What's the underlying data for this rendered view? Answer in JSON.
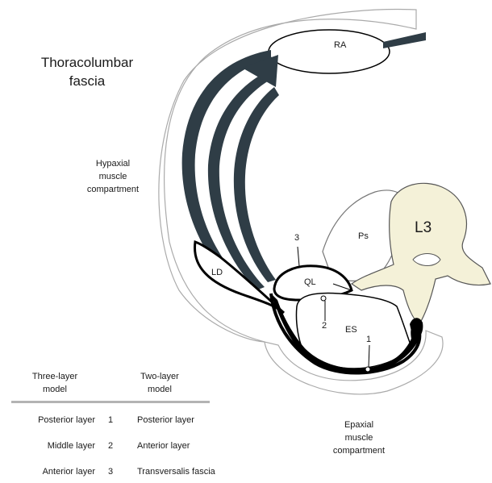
{
  "title": {
    "line1": "Thoracolumbar",
    "line2": "fascia"
  },
  "compartments": {
    "hypaxial": {
      "line1": "Hypaxial",
      "line2": "muscle",
      "line3": "compartment"
    },
    "epaxial": {
      "line1": "Epaxial",
      "line2": "muscle",
      "line3": "compartment"
    }
  },
  "structures": {
    "ra": "RA",
    "ld": "LD",
    "ql": "QL",
    "es": "ES",
    "ps": "Ps",
    "l3": "L3"
  },
  "layer_markers": {
    "one": "1",
    "two": "2",
    "three": "3"
  },
  "legend": {
    "col_left": {
      "line1": "Three-layer",
      "line2": "model"
    },
    "col_right": {
      "line1": "Two-layer",
      "line2": "model"
    },
    "rows": [
      {
        "three": "Posterior layer",
        "num": "1",
        "two": "Posterior layer"
      },
      {
        "three": "Middle layer",
        "num": "2",
        "two": "Anterior layer"
      },
      {
        "three": "Anterior layer",
        "num": "3",
        "two": "Transversalis fascia"
      }
    ]
  },
  "colors": {
    "fascia": "#2f3d46",
    "outline": "#000000",
    "bone": "#f4f1d8",
    "compartment_line": "#aaaaaa",
    "rule": "#b3b3b3"
  }
}
